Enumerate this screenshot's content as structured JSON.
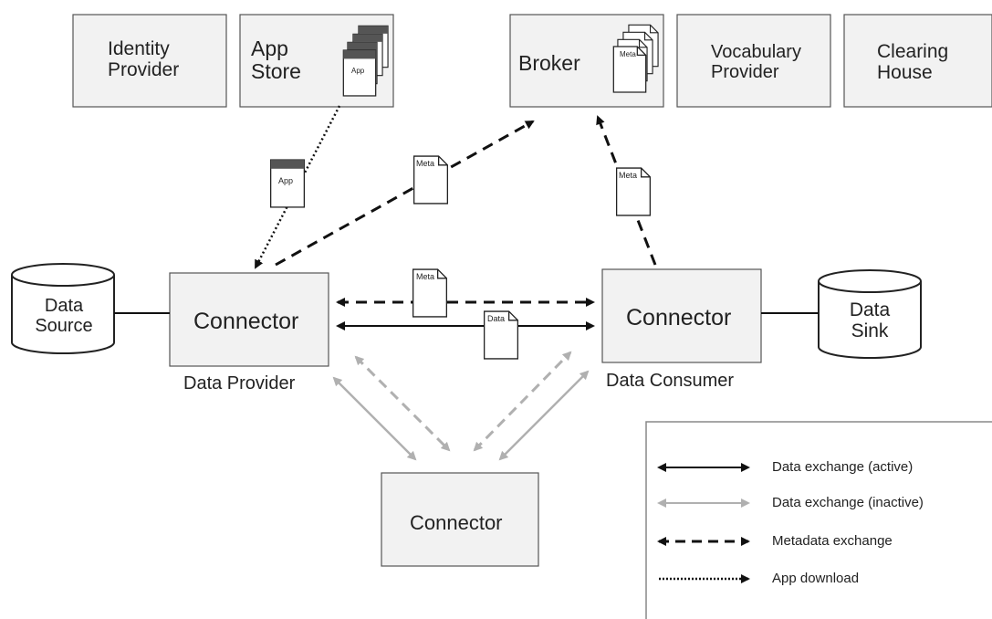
{
  "top_boxes": {
    "identity_provider": [
      "Identity",
      "Provider"
    ],
    "app_store": [
      "App",
      "Store"
    ],
    "broker": "Broker",
    "vocabulary_provider": [
      "Vocabulary",
      "Provider"
    ],
    "clearing_house": [
      "Clearing",
      "House"
    ]
  },
  "doc_labels": {
    "app": "App",
    "meta": "Meta",
    "data": "Data"
  },
  "data_source": [
    "Data",
    "Source"
  ],
  "data_sink": [
    "Data",
    "Sink"
  ],
  "connector_label": "Connector",
  "data_provider": "Data Provider",
  "data_consumer": "Data Consumer",
  "legend": {
    "active": "Data exchange (active)",
    "inactive": "Data exchange (inactive)",
    "metadata": "Metadata exchange",
    "app_download": "App download"
  },
  "colors": {
    "box_fill": "#f2f2f2",
    "box_stroke": "#555555",
    "active_line": "#111111",
    "inactive_line": "#b0b0b0",
    "doc_header": "#555555"
  }
}
